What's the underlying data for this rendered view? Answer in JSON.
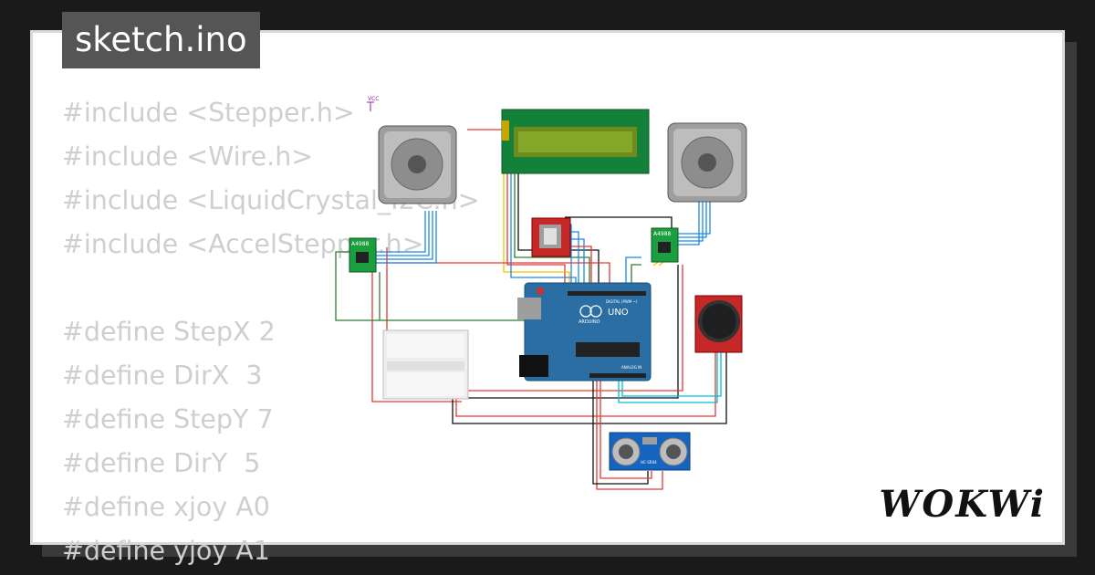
{
  "file_tab": {
    "label": "sketch.ino"
  },
  "code_lines": [
    "#include <Stepper.h>",
    "#include <Wire.h>",
    "#include <LiquidCrystal_I2C.h>",
    "#include <AccelStepper.h>",
    "",
    "#define StepX 2",
    "#define DirX  3",
    "#define StepY 7",
    "#define DirY  5",
    "#define xjoy A0",
    "#define yjoy A1"
  ],
  "diagram": {
    "vcc_label": "VCC",
    "driver_left_label": "A4988",
    "driver_right_label": "A4988",
    "arduino_label": "UNO",
    "arduino_brand": "ARDUINO",
    "digital_label": "DIGITAL (PWM ~)",
    "analog_label": "ANALOG IN",
    "ultrasonic_label": "HC-SR04"
  },
  "brand": {
    "logo_text": "WOKWi"
  }
}
